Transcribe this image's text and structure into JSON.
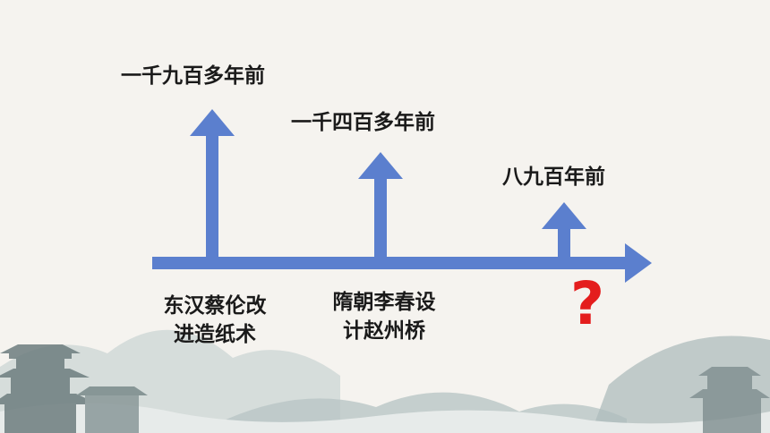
{
  "time_labels": {
    "first": "一千九百多年前",
    "second": "一千四百多年前",
    "third": "八九百年前"
  },
  "events": {
    "first_line1": "东汉蔡伦改",
    "first_line2": "进造纸术",
    "second_line1": "隋朝李春设",
    "second_line2": "计赵州桥"
  },
  "unknown_marker": "?",
  "colors": {
    "arrow": "#5b7fce",
    "question": "#e41d1d",
    "text": "#1a1a1a",
    "background": "#f5f3ef"
  }
}
